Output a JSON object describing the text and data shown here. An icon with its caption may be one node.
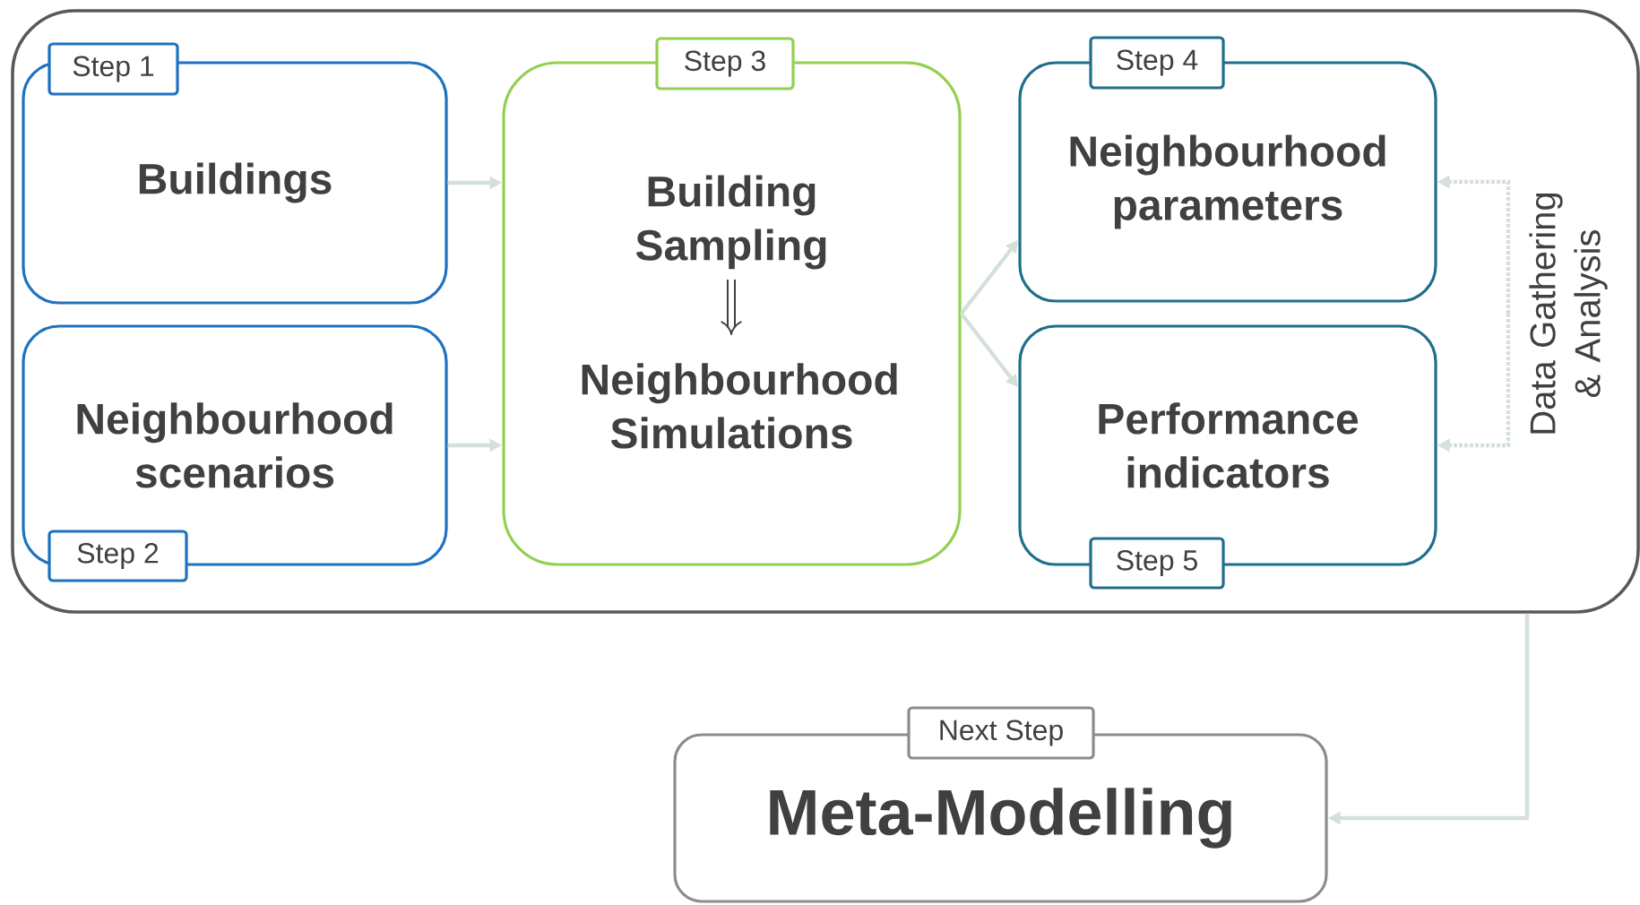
{
  "diagram": {
    "nodes": [
      {
        "text": [],
        "shape": "box"
      },
      {
        "text": [
          "Step 1",
          "Buildings"
        ],
        "in": 0
      },
      {
        "text": [
          "Neighbourhood scenarios",
          "Step 2"
        ],
        "in": 0
      },
      {
        "text": [
          "Step 3",
          "Building Sampling",
          "Neighbourhood Simulations"
        ],
        "in": 0
      },
      {
        "text": [
          "Step 4",
          "Neighbourhood parameters"
        ],
        "in": 0
      },
      {
        "text": [
          "Performance indicators",
          "Step 5"
        ],
        "in": 0
      },
      {
        "text": [
          "Data Gathering & Analysis"
        ],
        "in": 0
      },
      {
        "text": [
          "Next Step",
          "Meta-Modelling"
        ]
      }
    ],
    "edges": [
      {
        "from": 1,
        "to": 3,
        "arrow": "to",
        "color": "#d5e0d9"
      },
      {
        "from": 2,
        "to": 3,
        "arrow": "to",
        "color": "#d5e0d9"
      },
      {
        "from": 3,
        "to": 4,
        "arrow": "to",
        "color": "#d5e0d9"
      },
      {
        "from": 3,
        "to": 5,
        "arrow": "to",
        "color": "#d5e0d9"
      },
      {
        "from": 6,
        "to": 4,
        "arrow": "to",
        "style": "dashed",
        "color": "#d5e0d9"
      },
      {
        "from": 6,
        "to": 5,
        "arrow": "to",
        "style": "dashed",
        "color": "#d5e0d9"
      },
      {
        "from": 0,
        "to": 7,
        "arrow": "to",
        "color": "#d5e0d9"
      }
    ]
  }
}
